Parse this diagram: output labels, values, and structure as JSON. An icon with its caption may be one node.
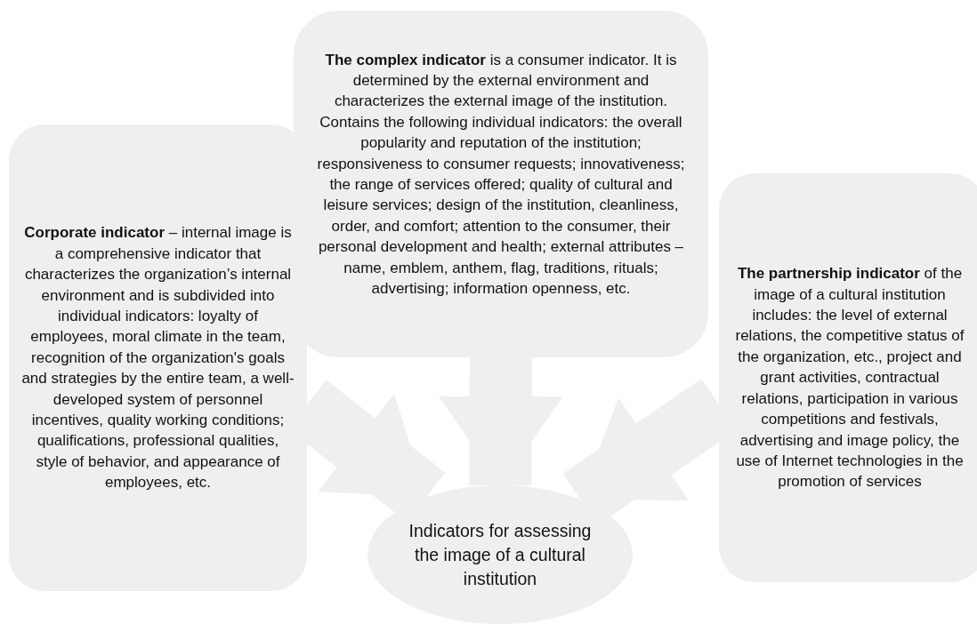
{
  "diagram": {
    "nodes": [
      {
        "text": [
          "**Corporate indicator** – internal image is a comprehensive indicator that characterizes the organization’s internal environment and is subdivided into individual indicators: loyalty of employees, moral climate in the team, recognition of the organization's goals and strategies by the entire team, a well-developed system of personnel incentives, quality working conditions; qualifications, professional qualities, style of behavior, and appearance of employees, etc."
        ]
      },
      {
        "text": [
          "**The complex indicator** is a consumer indicator. It is determined by the external environment and characterizes the external image of the institution. Contains the following individual indicators: the overall popularity and reputation of the institution; responsiveness to consumer requests; innovativeness; the range of services offered; quality of cultural and leisure services; design of the institution, cleanliness, order, and comfort; attention to the consumer, their personal development and health; external attributes – name, emblem, anthem, flag, traditions, rituals; advertising; information openness, etc."
        ]
      },
      {
        "text": [
          "**The partnership indicator** of the image of a cultural institution includes: the level of external relations, the competitive status of the organization, etc., project and grant activities, contractual relations, participation in various competitions and festivals, advertising and image policy, the use of Internet technologies in the promotion of services"
        ]
      },
      {
        "text": [
          "Indicators for assessing the image of a cultural institution"
        ]
      }
    ],
    "edges": [
      {
        "from": 0,
        "to": 3,
        "arrow": "to"
      },
      {
        "from": 1,
        "to": 3,
        "arrow": "to"
      },
      {
        "from": 2,
        "to": 3,
        "arrow": "to"
      }
    ]
  }
}
